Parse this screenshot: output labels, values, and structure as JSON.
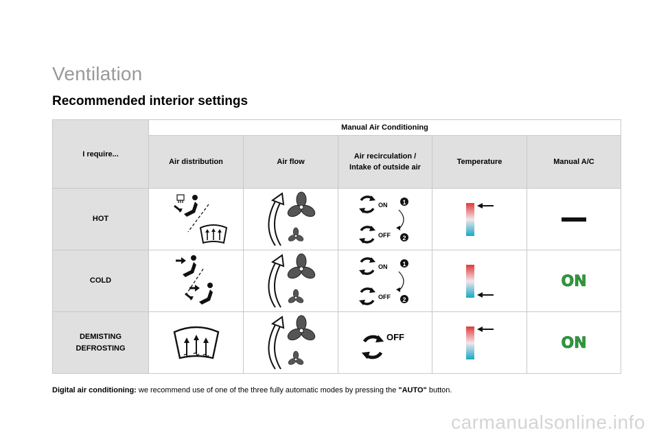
{
  "page": {
    "section_title": "Ventilation",
    "subtitle": "Recommended interior settings"
  },
  "table": {
    "corner_label": "I require...",
    "group_header": "Manual Air Conditioning",
    "columns": [
      "Air distribution",
      "Air flow",
      "Air recirculation /\nIntake of outside air",
      "Temperature",
      "Manual A/C"
    ],
    "rows": [
      {
        "label": "HOT",
        "distribution_icons": [
          "footwell-vent-icon",
          "windscreen-demist-icon"
        ],
        "airflow_icon": "fan-speed-increase-icon",
        "recirculation": {
          "top": "ON",
          "bottom": "OFF",
          "step_top": "1",
          "step_bottom": "2"
        },
        "temperature_arrow": "top",
        "manual_ac": {
          "type": "dash",
          "text": ""
        }
      },
      {
        "label": "COLD",
        "distribution_icons": [
          "face-vent-icon",
          "face-and-foot-vent-icon"
        ],
        "airflow_icon": "fan-speed-increase-icon",
        "recirculation": {
          "top": "ON",
          "bottom": "OFF",
          "step_top": "1",
          "step_bottom": "2"
        },
        "temperature_arrow": "bottom",
        "manual_ac": {
          "type": "text",
          "text": "ON"
        }
      },
      {
        "label": "DEMISTING\nDEFROSTING",
        "distribution_icons": [
          "windscreen-demist-icon"
        ],
        "airflow_icon": "fan-speed-increase-icon",
        "recirculation": {
          "single": "OFF"
        },
        "temperature_arrow": "top",
        "manual_ac": {
          "type": "text",
          "text": "ON"
        }
      }
    ]
  },
  "footer": {
    "lead": "Digital air conditioning:",
    "text_before": " we recommend use of one of the three fully automatic modes by pressing the ",
    "auto_label": "\"AUTO\"",
    "text_after": " button."
  },
  "watermark": "carmanualsonline.info",
  "colors": {
    "title_gray": "#999999",
    "header_bg": "#e0e0e0",
    "on_green": "#2e9a3a",
    "temp_hot": "#e03a3a",
    "temp_cold": "#18a8c8"
  }
}
